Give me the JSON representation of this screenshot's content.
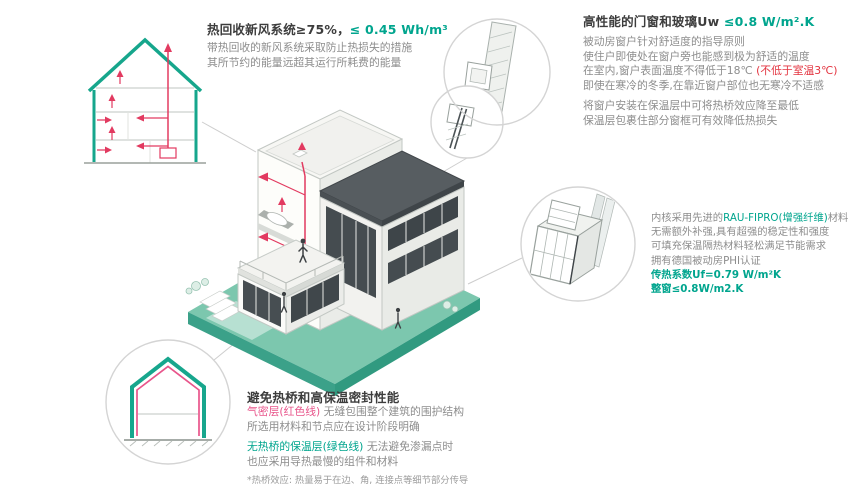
{
  "colors": {
    "teal": "#00a58e",
    "red": "#e3333f",
    "pink": "#e8558b",
    "ground": "#7cc7ae",
    "duct_red": "#e23a60"
  },
  "hrv": {
    "title_main": "热回收新风系统≥75%，",
    "title_accent": "≤ 0.45 Wh/m³",
    "lines": [
      "带热回收的新风系统采取防止热损失的措施",
      "其所节约的能量远超其运行所耗费的能量"
    ]
  },
  "windows": {
    "title_main": "高性能的门窗和玻璃Uw ",
    "title_accent": "≤0.8 W/m².K",
    "para1": [
      "被动房窗户针对舒适度的指导原则",
      "使住户即使处在窗户旁也能感到极为舒适的温度"
    ],
    "line3_main": "在室内,窗户表面温度不得低于18℃ ",
    "line3_red": "(不低于室温3℃)",
    "line4": "即使在寒冷的冬季,在靠近窗户部位也无寒冷不适感",
    "para2": [
      "将窗户安装在保温层中可将热桥效应降至最低",
      "保温层包裹住部分窗框可有效降低热损失"
    ]
  },
  "profile": {
    "line1_pre": "内核采用先进的",
    "line1_accent": "RAU-FIPRO(增强纤维)",
    "line1_post": "材料",
    "lines": [
      "无需额外补强,具有超强的稳定性和强度",
      "可填充保温隔热材料轻松满足节能需求",
      "拥有德国被动房PHI认证"
    ],
    "stat1": "传热系数Uf=0.79 W/m²K",
    "stat2": "整窗≤0.8W/m2.K"
  },
  "thermal": {
    "title": "避免热桥和高保温密封性能",
    "line1_accent": "气密层(红色线)",
    "line1_rest": " 无缝包围整个建筑的围护结构",
    "line2": "所选用材料和节点应在设计阶段明确",
    "line3_accent": "无热桥的保温层(绿色线)",
    "line3_rest": " 无法避免渗漏点时",
    "line4": "也应采用导热最慢的组件和材料",
    "footnote": "*热桥效应: 热量易于在边、角, 连接点等细节部分传导"
  }
}
